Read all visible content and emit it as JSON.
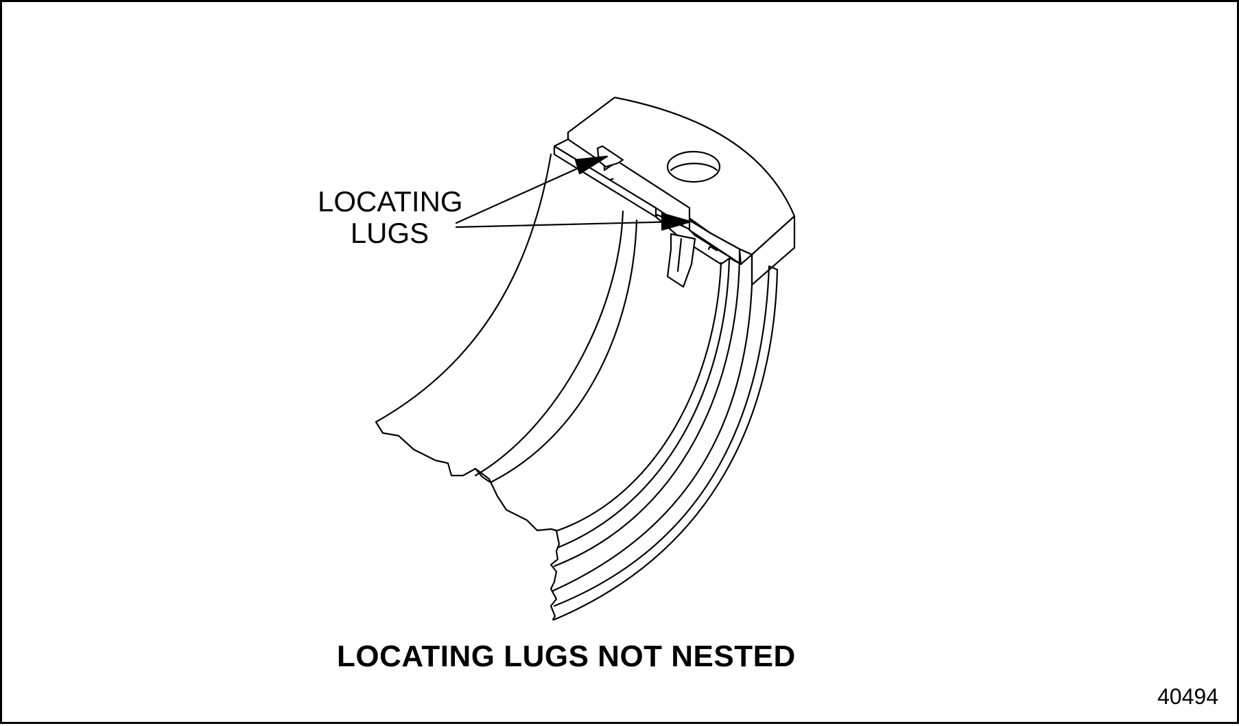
{
  "callout": {
    "line1": "LOCATING",
    "line2": "LUGS"
  },
  "caption": "LOCATING LUGS NOT NESTED",
  "figure_number": "40494",
  "colors": {
    "line": "#000000",
    "background": "#ffffff"
  }
}
